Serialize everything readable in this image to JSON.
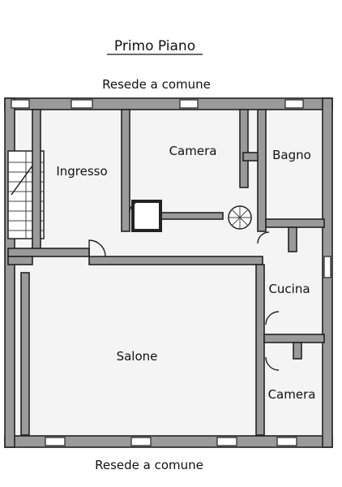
{
  "title": "Primo Piano",
  "labels": {
    "top": "Resede a comune",
    "bottom": "Resede a comune"
  },
  "rooms": {
    "camera_top": "Camera",
    "bagno": "Bagno",
    "ingresso": "Ingresso",
    "cucina": "Cucina",
    "salone": "Salone",
    "camera_bottom": "Camera"
  }
}
